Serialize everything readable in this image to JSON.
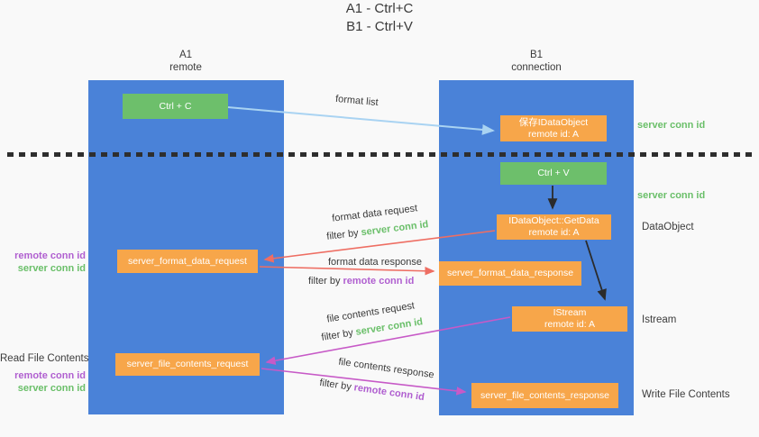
{
  "title": {
    "line1": "A1 - Ctrl+C",
    "line2": "B1 - Ctrl+V"
  },
  "columns": {
    "a1": {
      "name": "A1",
      "subtitle": "remote"
    },
    "b1": {
      "name": "B1",
      "subtitle": "connection"
    }
  },
  "nodes": {
    "ctrl_c": "Ctrl + C",
    "ctrl_v": "Ctrl + V",
    "save_idataobject": {
      "line1": "保存IDataObject",
      "line2": "remote id: A"
    },
    "getdata": {
      "line1": "IDataObject::GetData",
      "line2": "remote id: A"
    },
    "istream": {
      "line1": "IStream",
      "line2": "remote id: A"
    },
    "format_request": "server_format_data_request",
    "format_response": "server_format_data_response",
    "file_request": "server_file_contents_request",
    "file_response": "server_file_contents_response"
  },
  "edge_labels": {
    "format_list": "format list",
    "format_data_request": "format data request",
    "format_data_response": "format data response",
    "file_contents_request": "file contents request",
    "file_contents_response": "file contents response",
    "filter_by": "filter by",
    "server_conn_id": "server conn id",
    "remote_conn_id": "remote conn id"
  },
  "annotations": {
    "right": {
      "server_conn_id_top": "server conn id",
      "server_conn_id_mid": "server conn id",
      "dataobject": "DataObject",
      "istream": "Istream",
      "write_file_contents": "Write File Contents"
    },
    "left": {
      "remote_conn_id_format": "remote conn id",
      "server_conn_id_format": "server conn id",
      "read_file_contents": "Read File Contents",
      "remote_conn_id_file": "remote conn id",
      "server_conn_id_file": "server conn id"
    }
  },
  "colors": {
    "column_blue": "#4a82d8",
    "node_green": "#6dbf6b",
    "node_orange": "#f7a64a",
    "arrow_light_blue": "#a9d3f2",
    "arrow_red": "#ee6e63",
    "arrow_magenta": "#c75ac7",
    "arrow_black": "#2b2b2b",
    "text_green": "#6abf69",
    "text_purple": "#b05fd0",
    "text_dark": "#3c3c3c",
    "background": "#f9f9f9"
  }
}
